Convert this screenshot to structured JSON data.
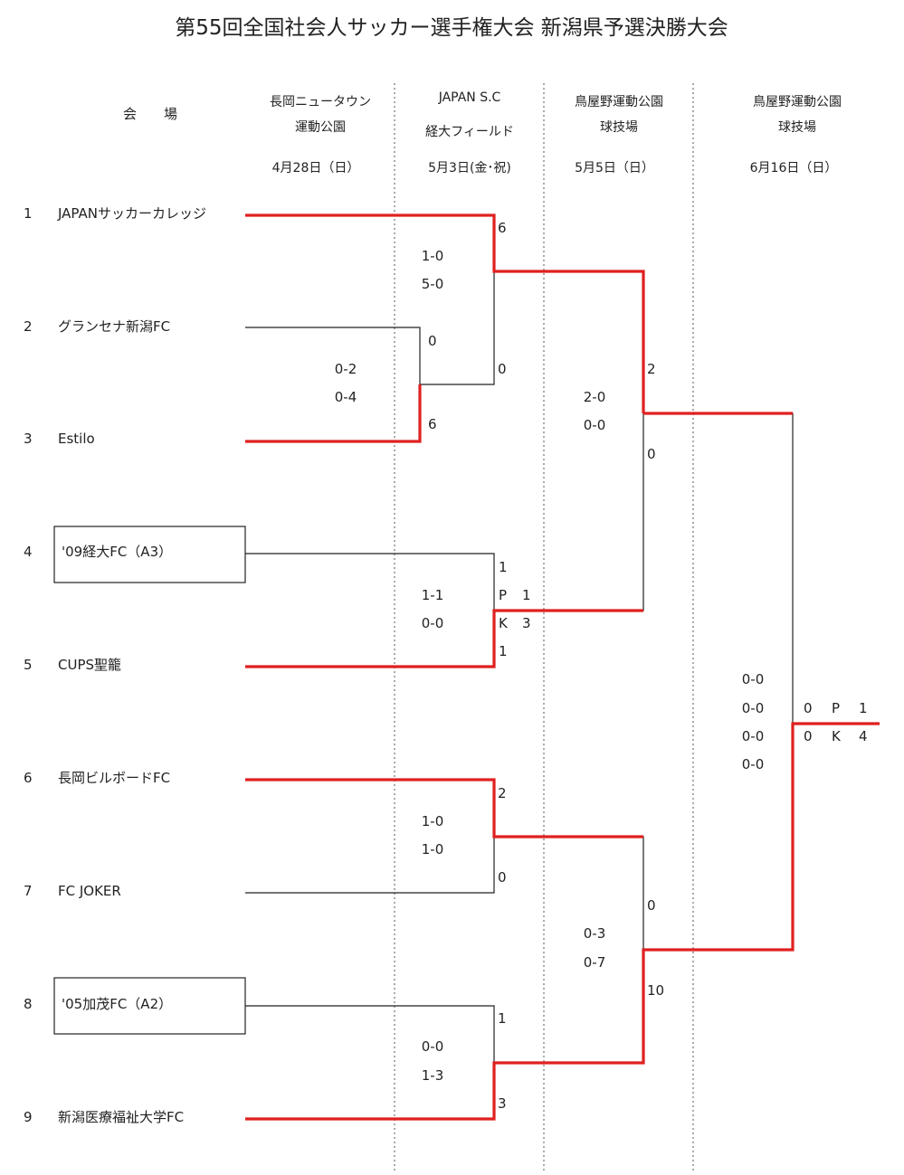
{
  "title": "第55回全国社会人サッカー選手権大会 新潟県予選決勝大会",
  "venue_header": "会 場",
  "venues": [
    {
      "lines": [
        "長岡ニュータウン",
        "運動公園"
      ],
      "date": "4月28日（日）"
    },
    {
      "lines": [
        "JAPAN S.C",
        "経大フィールド"
      ],
      "date": "5月3日(金･祝)"
    },
    {
      "lines": [
        "鳥屋野運動公園",
        "球技場"
      ],
      "date": "5月5日（日）"
    },
    {
      "lines": [
        "鳥屋野運動公園",
        "球技場"
      ],
      "date": "6月16日（日）"
    }
  ],
  "teams": [
    {
      "num": "1",
      "name": "JAPANサッカーカレッジ",
      "boxed": false
    },
    {
      "num": "2",
      "name": "グランセナ新潟FC",
      "boxed": false
    },
    {
      "num": "3",
      "name": "Estilo",
      "boxed": false
    },
    {
      "num": "4",
      "name": "'09経大FC（A3）",
      "boxed": true
    },
    {
      "num": "5",
      "name": "CUPS聖籠",
      "boxed": false
    },
    {
      "num": "6",
      "name": "長岡ビルボードFC",
      "boxed": false
    },
    {
      "num": "7",
      "name": "FC JOKER",
      "boxed": false
    },
    {
      "num": "8",
      "name": "'05加茂FC（A2）",
      "boxed": true
    },
    {
      "num": "9",
      "name": "新潟医療福祉大学FC",
      "boxed": false
    }
  ],
  "matches": [
    {
      "id": "r1",
      "halves": [
        "0-2",
        "0-4"
      ],
      "score_top": "0",
      "score_bottom": "6"
    },
    {
      "id": "qf1",
      "halves": [
        "1-0",
        "5-0"
      ],
      "score_top": "6",
      "score_bottom": "0"
    },
    {
      "id": "qf2",
      "halves": [
        "1-1",
        "0-0"
      ],
      "score_top": "1",
      "score_bottom": "1",
      "pk": [
        "P",
        "1",
        "K",
        "3"
      ]
    },
    {
      "id": "qf3",
      "halves": [
        "1-0",
        "1-0"
      ],
      "score_top": "2",
      "score_bottom": "0"
    },
    {
      "id": "qf4",
      "halves": [
        "0-0",
        "1-3"
      ],
      "score_top": "1",
      "score_bottom": "3"
    },
    {
      "id": "sf1",
      "halves": [
        "2-0",
        "0-0"
      ],
      "score_top": "2",
      "score_bottom": "0"
    },
    {
      "id": "sf2",
      "halves": [
        "0-3",
        "0-7"
      ],
      "score_top": "0",
      "score_bottom": "10"
    },
    {
      "id": "final",
      "halves": [
        "0-0",
        "0-0",
        "0-0",
        "0-0"
      ],
      "pk": [
        "0",
        "P",
        "1",
        "0",
        "K",
        "4"
      ]
    }
  ],
  "colors": {
    "winner_line": "#e02020",
    "loser_line": "#222222",
    "divider": "#555555",
    "text": "#222222"
  }
}
